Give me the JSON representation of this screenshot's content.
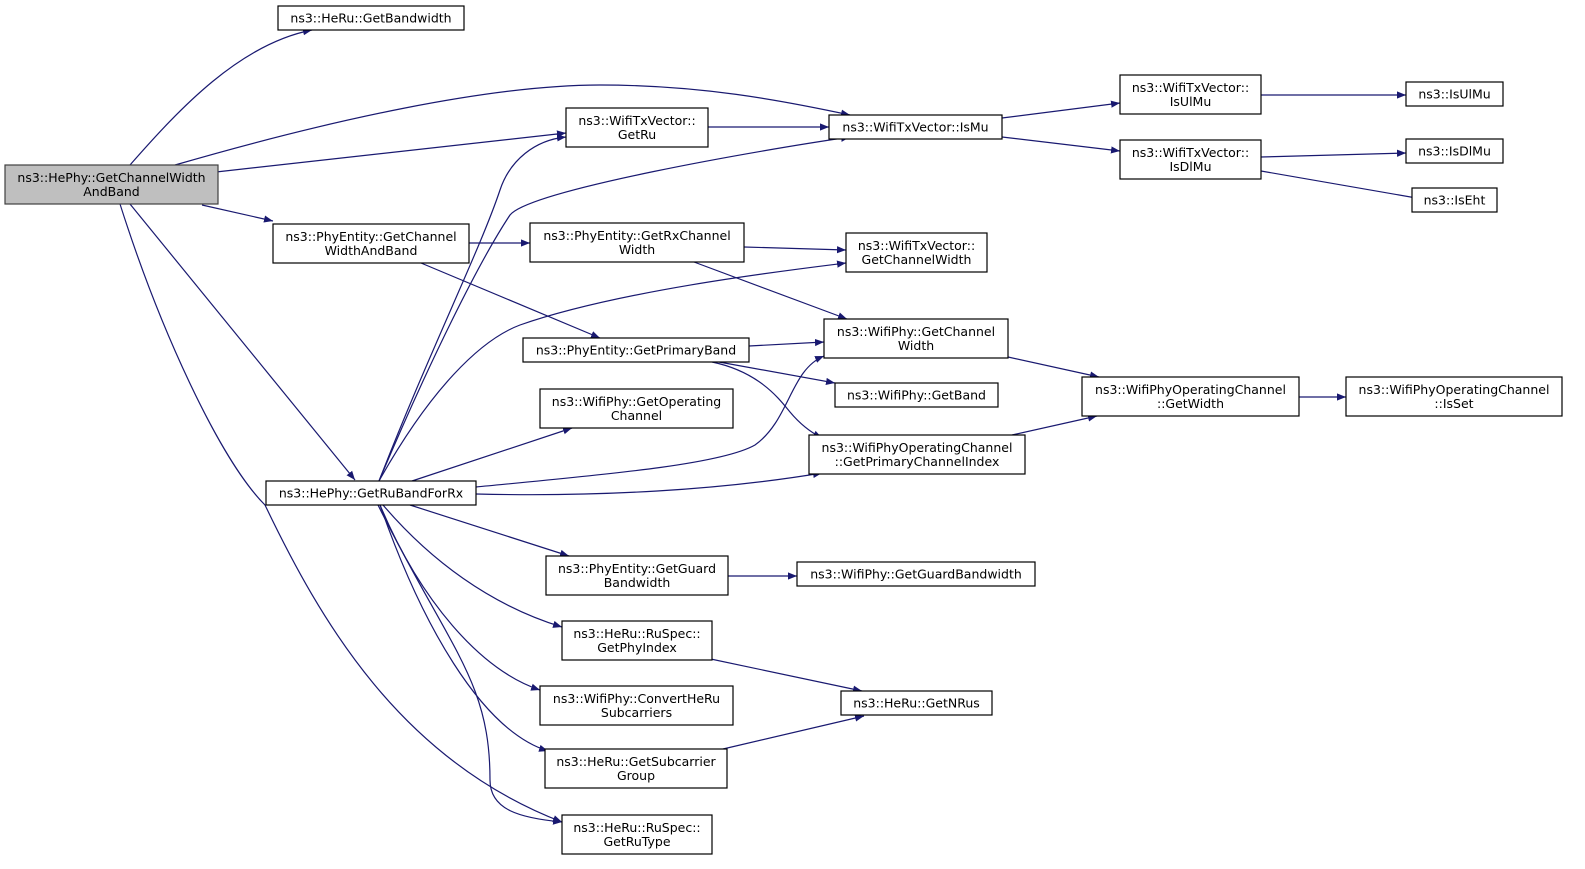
{
  "graph": {
    "type": "call-graph",
    "colors": {
      "edge": "#191970",
      "root_fill": "#bfbfbf",
      "node_fill": "#ffffff"
    },
    "nodes": [
      {
        "id": "root",
        "lines": [
          "ns3::HePhy::GetChannelWidth",
          "AndBand"
        ],
        "root": true
      },
      {
        "id": "heru_getbandwidth",
        "lines": [
          "ns3::HeRu::GetBandwidth"
        ]
      },
      {
        "id": "txvec_getru",
        "lines": [
          "ns3::WifiTxVector::",
          "GetRu"
        ]
      },
      {
        "id": "txvec_ismu",
        "lines": [
          "ns3::WifiTxVector::IsMu"
        ]
      },
      {
        "id": "txvec_isulmu",
        "lines": [
          "ns3::WifiTxVector::",
          "IsUlMu"
        ]
      },
      {
        "id": "isulmu",
        "lines": [
          "ns3::IsUlMu"
        ]
      },
      {
        "id": "txvec_isdlmu",
        "lines": [
          "ns3::WifiTxVector::",
          "IsDlMu"
        ]
      },
      {
        "id": "isdlmu",
        "lines": [
          "ns3::IsDlMu"
        ]
      },
      {
        "id": "iseht",
        "lines": [
          "ns3::IsEht"
        ]
      },
      {
        "id": "phyent_getchwidthband",
        "lines": [
          "ns3::PhyEntity::GetChannel",
          "WidthAndBand"
        ]
      },
      {
        "id": "phyent_getrxchwidth",
        "lines": [
          "ns3::PhyEntity::GetRxChannel",
          "Width"
        ]
      },
      {
        "id": "txvec_getchwidth",
        "lines": [
          "ns3::WifiTxVector::",
          "GetChannelWidth"
        ]
      },
      {
        "id": "phyent_getprimaryband",
        "lines": [
          "ns3::PhyEntity::GetPrimaryBand"
        ]
      },
      {
        "id": "wifiphy_getchwidth",
        "lines": [
          "ns3::WifiPhy::GetChannel",
          "Width"
        ]
      },
      {
        "id": "wifiphy_getband",
        "lines": [
          "ns3::WifiPhy::GetBand"
        ]
      },
      {
        "id": "opch_getwidth",
        "lines": [
          "ns3::WifiPhyOperatingChannel",
          "::GetWidth"
        ]
      },
      {
        "id": "opch_isset",
        "lines": [
          "ns3::WifiPhyOperatingChannel",
          "::IsSet"
        ]
      },
      {
        "id": "wifiphy_getopch",
        "lines": [
          "ns3::WifiPhy::GetOperating",
          "Channel"
        ]
      },
      {
        "id": "opch_getprimaryidx",
        "lines": [
          "ns3::WifiPhyOperatingChannel",
          "::GetPrimaryChannelIndex"
        ]
      },
      {
        "id": "hephy_getruband",
        "lines": [
          "ns3::HePhy::GetRuBandForRx"
        ]
      },
      {
        "id": "phyent_getguardbw",
        "lines": [
          "ns3::PhyEntity::GetGuard",
          "Bandwidth"
        ]
      },
      {
        "id": "wifiphy_getguardbw",
        "lines": [
          "ns3::WifiPhy::GetGuardBandwidth"
        ]
      },
      {
        "id": "ruspec_getphyindex",
        "lines": [
          "ns3::HeRu::RuSpec::",
          "GetPhyIndex"
        ]
      },
      {
        "id": "heru_getnrus",
        "lines": [
          "ns3::HeRu::GetNRus"
        ]
      },
      {
        "id": "wifiphy_convert",
        "lines": [
          "ns3::WifiPhy::ConvertHeRu",
          "Subcarriers"
        ]
      },
      {
        "id": "heru_getsubcarriergroup",
        "lines": [
          "ns3::HeRu::GetSubcarrier",
          "Group"
        ]
      },
      {
        "id": "ruspec_getrutype",
        "lines": [
          "ns3::HeRu::RuSpec::",
          "GetRuType"
        ]
      }
    ],
    "edges": [
      [
        "root",
        "heru_getbandwidth"
      ],
      [
        "root",
        "txvec_ismu"
      ],
      [
        "root",
        "txvec_getru"
      ],
      [
        "root",
        "phyent_getchwidthband"
      ],
      [
        "root",
        "hephy_getruband"
      ],
      [
        "root",
        "ruspec_getrutype"
      ],
      [
        "txvec_getru",
        "txvec_ismu"
      ],
      [
        "txvec_ismu",
        "txvec_isulmu"
      ],
      [
        "txvec_ismu",
        "txvec_isdlmu"
      ],
      [
        "txvec_isulmu",
        "isulmu"
      ],
      [
        "txvec_isdlmu",
        "isdlmu"
      ],
      [
        "txvec_isdlmu",
        "iseht"
      ],
      [
        "phyent_getchwidthband",
        "phyent_getrxchwidth"
      ],
      [
        "phyent_getchwidthband",
        "phyent_getprimaryband"
      ],
      [
        "phyent_getrxchwidth",
        "txvec_getchwidth"
      ],
      [
        "phyent_getrxchwidth",
        "wifiphy_getchwidth"
      ],
      [
        "phyent_getprimaryband",
        "wifiphy_getchwidth"
      ],
      [
        "phyent_getprimaryband",
        "wifiphy_getband"
      ],
      [
        "phyent_getprimaryband",
        "opch_getprimaryidx"
      ],
      [
        "wifiphy_getchwidth",
        "opch_getwidth"
      ],
      [
        "opch_getprimaryidx",
        "opch_getwidth"
      ],
      [
        "opch_getwidth",
        "opch_isset"
      ],
      [
        "hephy_getruband",
        "txvec_getru"
      ],
      [
        "hephy_getruband",
        "txvec_ismu"
      ],
      [
        "hephy_getruband",
        "txvec_getchwidth"
      ],
      [
        "hephy_getruband",
        "wifiphy_getopch"
      ],
      [
        "hephy_getruband",
        "wifiphy_getchwidth"
      ],
      [
        "hephy_getruband",
        "opch_getprimaryidx"
      ],
      [
        "hephy_getruband",
        "phyent_getguardbw"
      ],
      [
        "hephy_getruband",
        "ruspec_getphyindex"
      ],
      [
        "hephy_getruband",
        "wifiphy_convert"
      ],
      [
        "hephy_getruband",
        "heru_getsubcarriergroup"
      ],
      [
        "hephy_getruband",
        "ruspec_getrutype"
      ],
      [
        "phyent_getguardbw",
        "wifiphy_getguardbw"
      ],
      [
        "ruspec_getphyindex",
        "heru_getnrus"
      ],
      [
        "heru_getsubcarriergroup",
        "heru_getnrus"
      ]
    ]
  }
}
